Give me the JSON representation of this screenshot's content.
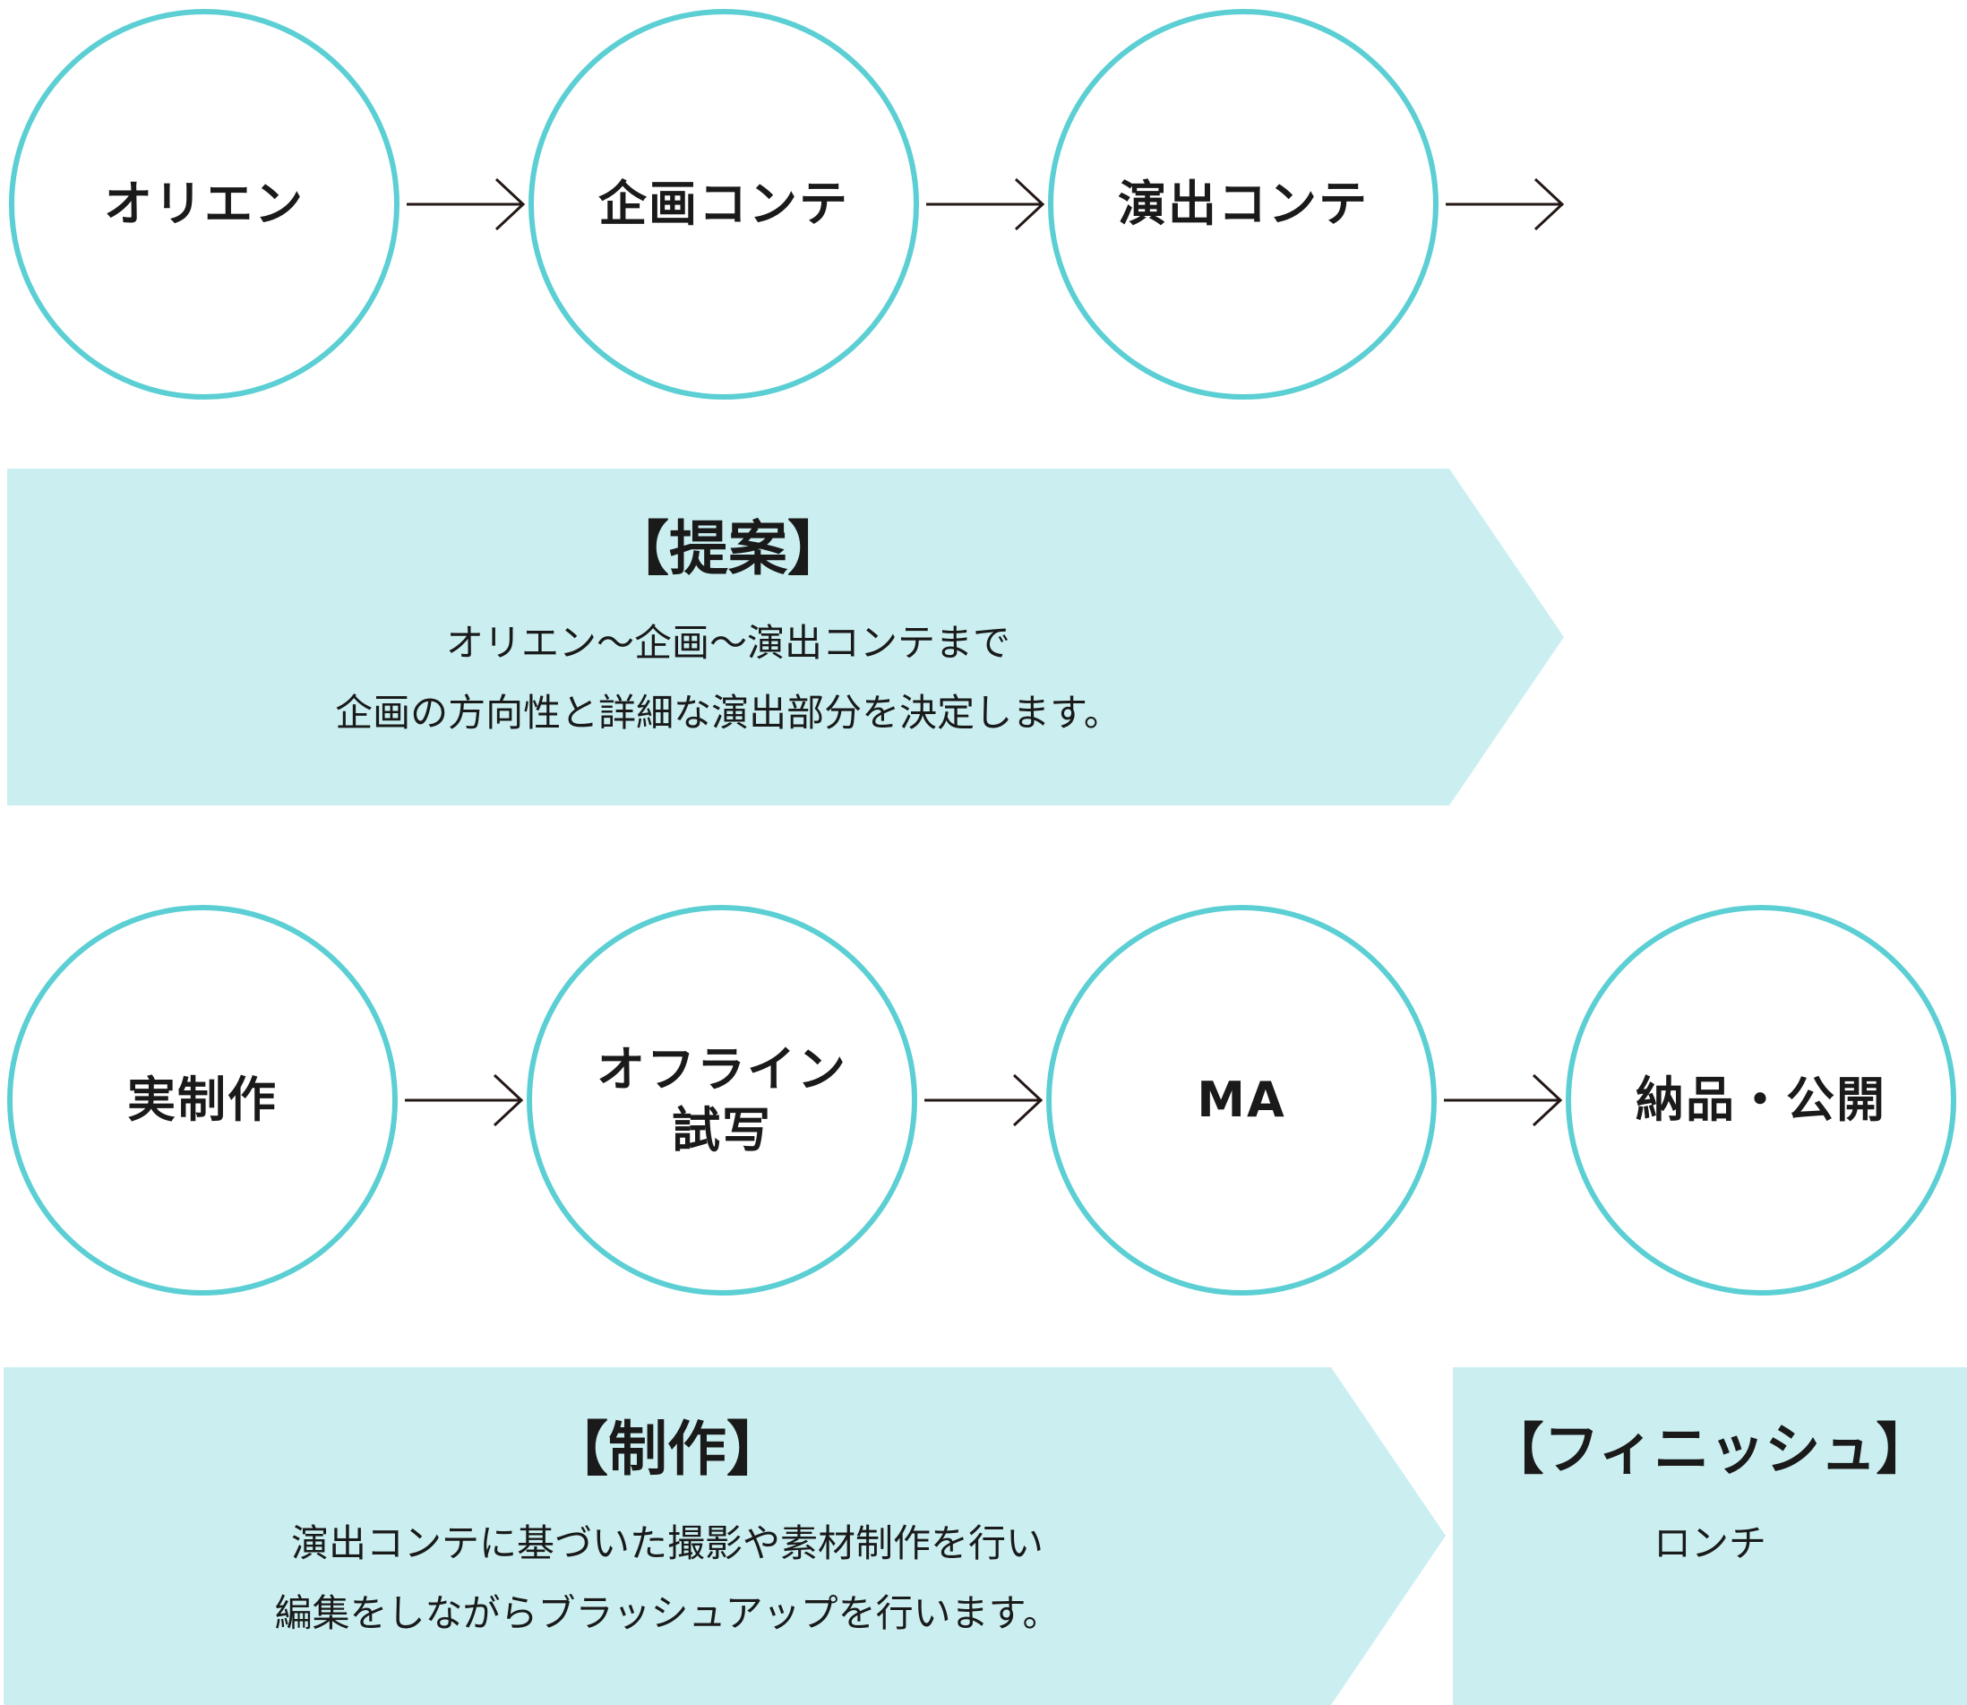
{
  "colors": {
    "circle_border": "#5bcfd3",
    "banner_fill": "#cbeff0",
    "arrow": "#231815",
    "text": "#1a1a1a"
  },
  "row1": {
    "steps": [
      {
        "lines": [
          "オリエン"
        ]
      },
      {
        "lines": [
          "企画コンテ"
        ]
      },
      {
        "lines": [
          "演出コンテ"
        ]
      }
    ]
  },
  "proposal": {
    "title": "【提案】",
    "desc": [
      "オリエン〜企画〜演出コンテまで",
      "企画の方向性と詳細な演出部分を決定します。"
    ]
  },
  "row2": {
    "steps": [
      {
        "lines": [
          "実制作"
        ]
      },
      {
        "lines": [
          "オフライン",
          "試写"
        ]
      },
      {
        "lines": [
          "MA"
        ]
      },
      {
        "lines": [
          "納品・公開"
        ]
      }
    ]
  },
  "production": {
    "title": "【制作】",
    "desc": [
      "演出コンテに基づいた撮影や素材制作を行い",
      "編集をしながらブラッシュアップを行います。"
    ]
  },
  "finish": {
    "title": "【フィニッシュ】",
    "desc": [
      "ロンチ"
    ]
  }
}
